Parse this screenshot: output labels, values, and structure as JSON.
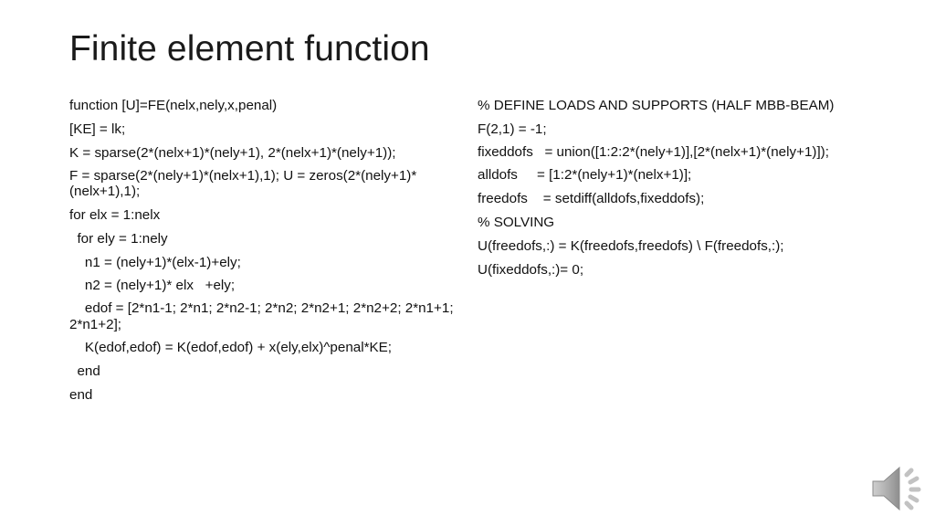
{
  "slide": {
    "title": "Finite element function",
    "background_color": "#ffffff",
    "text_color": "#111111"
  },
  "code": {
    "left_column": [
      "function [U]=FE(nelx,nely,x,penal)",
      "[KE] = lk;",
      "K = sparse(2*(nelx+1)*(nely+1), 2*(nelx+1)*(nely+1));",
      "F = sparse(2*(nely+1)*(nelx+1),1); U = zeros(2*(nely+1)*(nelx+1),1);",
      "for elx = 1:nelx",
      "  for ely = 1:nely",
      "    n1 = (nely+1)*(elx-1)+ely;",
      "    n2 = (nely+1)* elx   +ely;",
      "    edof = [2*n1-1; 2*n1; 2*n2-1; 2*n2; 2*n2+1; 2*n2+2; 2*n1+1; 2*n1+2];",
      "    K(edof,edof) = K(edof,edof) + x(ely,elx)^penal*KE;",
      "  end",
      "end"
    ],
    "right_column": [
      "% DEFINE LOADS AND SUPPORTS (HALF MBB-BEAM)",
      "F(2,1) = -1;",
      "fixeddofs   = union([1:2:2*(nely+1)],[2*(nelx+1)*(nely+1)]);",
      "alldofs     = [1:2*(nely+1)*(nelx+1)];",
      "freedofs    = setdiff(alldofs,fixeddofs);",
      "% SOLVING",
      "U(freedofs,:) = K(freedofs,freedofs) \\ F(freedofs,:);",
      "U(fixeddofs,:)= 0;"
    ]
  },
  "media": {
    "audio_icon_label": "speaker-audio-icon",
    "audio_icon_color": "#9a9a9a",
    "audio_wave_color": "#c6c6c6"
  }
}
